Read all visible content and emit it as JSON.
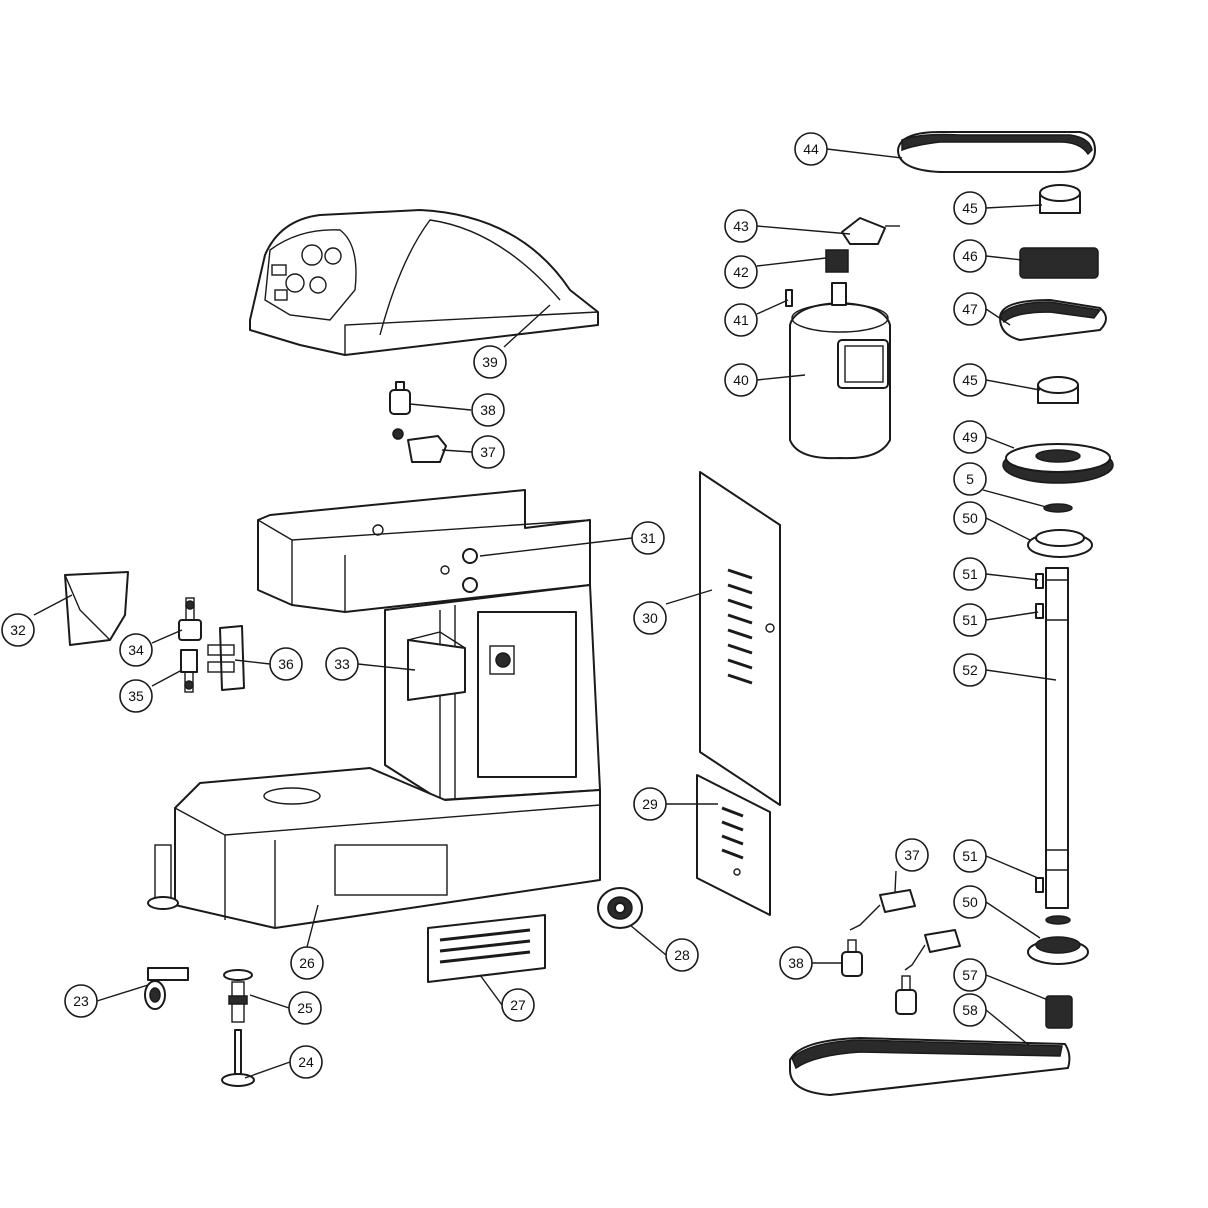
{
  "diagram": {
    "type": "exploded-parts-diagram",
    "callouts": [
      {
        "id": "c23",
        "label": "23"
      },
      {
        "id": "c24",
        "label": "24"
      },
      {
        "id": "c25",
        "label": "25"
      },
      {
        "id": "c26",
        "label": "26"
      },
      {
        "id": "c27",
        "label": "27"
      },
      {
        "id": "c28",
        "label": "28"
      },
      {
        "id": "c29",
        "label": "29"
      },
      {
        "id": "c30",
        "label": "30"
      },
      {
        "id": "c31",
        "label": "31"
      },
      {
        "id": "c32",
        "label": "32"
      },
      {
        "id": "c33",
        "label": "33"
      },
      {
        "id": "c34",
        "label": "34"
      },
      {
        "id": "c35",
        "label": "35"
      },
      {
        "id": "c36",
        "label": "36"
      },
      {
        "id": "c37a",
        "label": "37"
      },
      {
        "id": "c37b",
        "label": "37"
      },
      {
        "id": "c38a",
        "label": "38"
      },
      {
        "id": "c38b",
        "label": "38"
      },
      {
        "id": "c39",
        "label": "39"
      },
      {
        "id": "c40",
        "label": "40"
      },
      {
        "id": "c41",
        "label": "41"
      },
      {
        "id": "c42",
        "label": "42"
      },
      {
        "id": "c43",
        "label": "43"
      },
      {
        "id": "c44",
        "label": "44"
      },
      {
        "id": "c45a",
        "label": "45"
      },
      {
        "id": "c45b",
        "label": "45"
      },
      {
        "id": "c46",
        "label": "46"
      },
      {
        "id": "c47",
        "label": "47"
      },
      {
        "id": "c49",
        "label": "49"
      },
      {
        "id": "c5",
        "label": "5"
      },
      {
        "id": "c50a",
        "label": "50"
      },
      {
        "id": "c50b",
        "label": "50"
      },
      {
        "id": "c51a",
        "label": "51"
      },
      {
        "id": "c51b",
        "label": "51"
      },
      {
        "id": "c51c",
        "label": "51"
      },
      {
        "id": "c52",
        "label": "52"
      },
      {
        "id": "c57",
        "label": "57"
      },
      {
        "id": "c58",
        "label": "58"
      }
    ]
  }
}
